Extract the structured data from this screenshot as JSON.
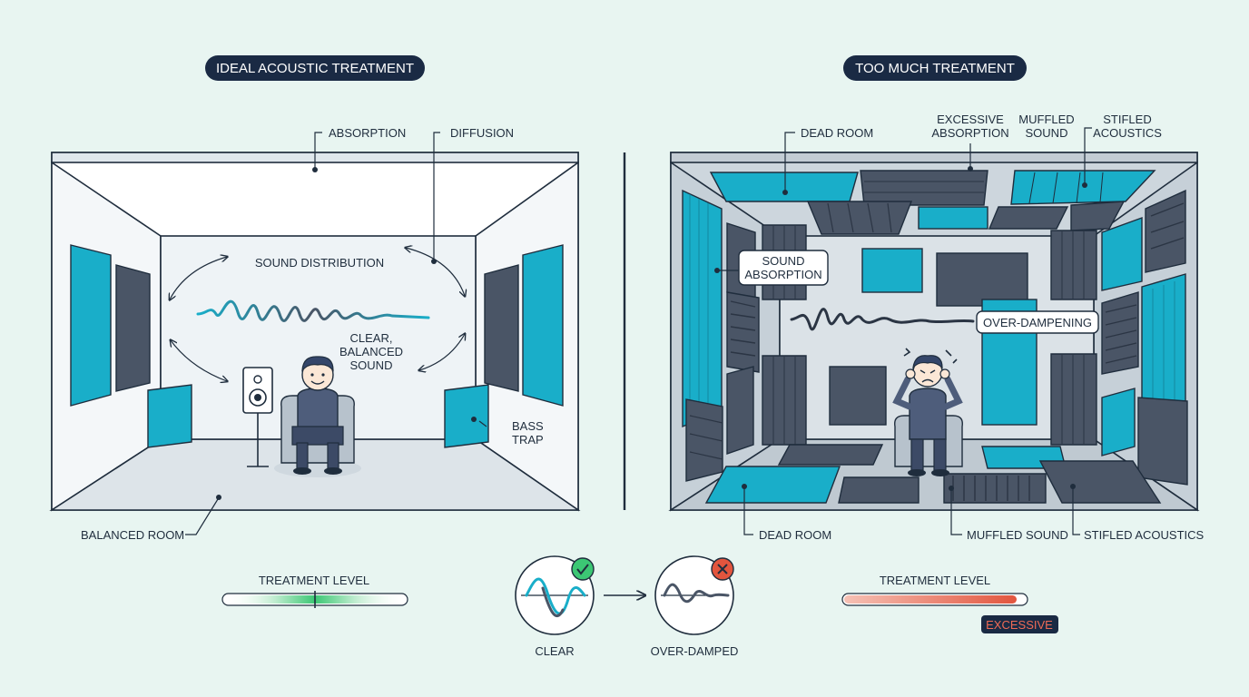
{
  "left_panel": {
    "title": "IDEAL ACOUSTIC TREATMENT",
    "labels": {
      "absorption": "ABSORPTION",
      "diffusion": "DIFFUSION",
      "sound_distribution": "SOUND DISTRIBUTION",
      "clear_balanced_1": "CLEAR,",
      "clear_balanced_2": "BALANCED",
      "clear_balanced_3": "SOUND",
      "bass_trap_1": "BASS",
      "bass_trap_2": "TRAP",
      "balanced_room": "BALANCED ROOM"
    },
    "meter": {
      "label": "TREATMENT LEVEL",
      "level": 0.5,
      "color": "#3cc774"
    }
  },
  "right_panel": {
    "title": "TOO MUCH TREATMENT",
    "labels": {
      "dead_room_top": "DEAD ROOM",
      "excessive_absorption_1": "EXCESSIVE",
      "excessive_absorption_2": "ABSORPTION",
      "muffled_sound_top_1": "MUFFLED",
      "muffled_sound_top_2": "SOUND",
      "stifled_acoustics_top_1": "STIFLED",
      "stifled_acoustics_top_2": "ACOUSTICS",
      "sound_absorption_1": "SOUND",
      "sound_absorption_2": "ABSORPTION",
      "over_dampening": "OVER-DAMPENING",
      "dead_room_bottom": "DEAD ROOM",
      "muffled_sound_bottom": "MUFFLED SOUND",
      "stifled_acoustics_bottom": "STIFLED ACOUSTICS"
    },
    "meter": {
      "label": "TREATMENT LEVEL",
      "level": 0.95,
      "badge": "EXCESSIVE",
      "color": "#e2553e"
    }
  },
  "comparison": {
    "clear_label": "CLEAR",
    "over_damped_label": "OVER-DAMPED"
  },
  "colors": {
    "background": "#e8f5f1",
    "navy": "#1a2a44",
    "teal": "#19aec9",
    "slate": "#4a5566",
    "good": "#3cc774",
    "bad": "#e2553e"
  }
}
